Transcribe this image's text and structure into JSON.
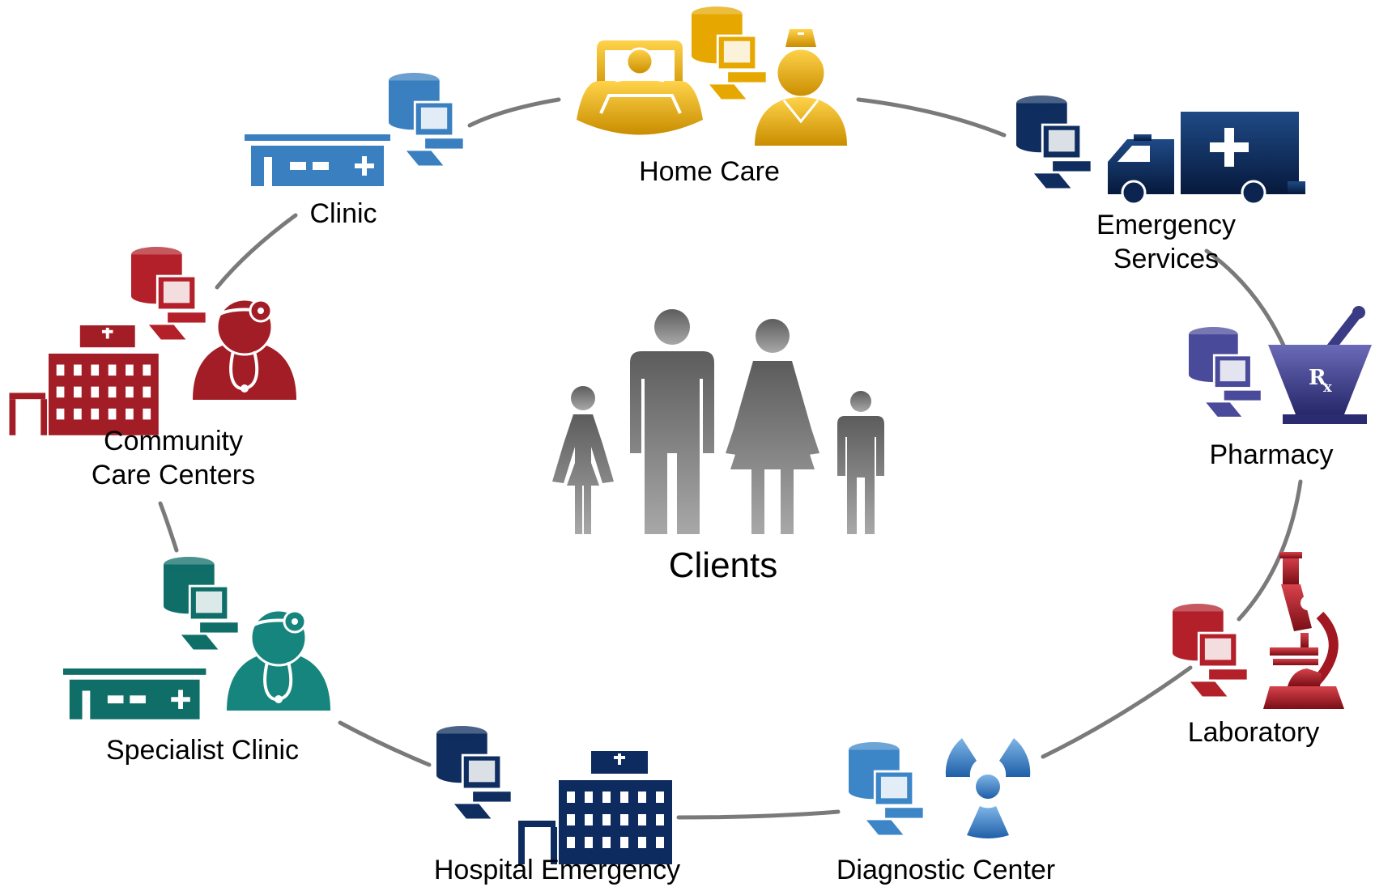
{
  "center": {
    "label": "Clients",
    "icon": "family-icon"
  },
  "nodes": [
    {
      "id": "home-care",
      "label": "Home Care",
      "color": "#f0b400",
      "icons": [
        "patient-bed-icon",
        "database-icon",
        "computer-icon",
        "nurse-icon"
      ]
    },
    {
      "id": "emergency-services",
      "label": "Emergency Services",
      "color": "#0d2b5e",
      "icons": [
        "database-icon",
        "computer-icon",
        "ambulance-icon"
      ]
    },
    {
      "id": "pharmacy",
      "label": "Pharmacy",
      "color": "#3f3f8f",
      "icons": [
        "database-icon",
        "computer-icon",
        "mortar-pestle-rx-icon"
      ]
    },
    {
      "id": "laboratory",
      "label": "Laboratory",
      "color": "#b3202a",
      "icons": [
        "database-icon",
        "computer-icon",
        "microscope-icon"
      ]
    },
    {
      "id": "diagnostic-center",
      "label": "Diagnostic Center",
      "color": "#2f79c0",
      "icons": [
        "database-icon",
        "computer-icon",
        "radiation-icon"
      ]
    },
    {
      "id": "hospital-emergency",
      "label": "Hospital Emergency",
      "color": "#0d2b5e",
      "icons": [
        "database-icon",
        "computer-icon",
        "hospital-building-icon"
      ]
    },
    {
      "id": "specialist-clinic",
      "label": "Specialist Clinic",
      "color": "#0f7a73",
      "icons": [
        "database-icon",
        "computer-icon",
        "clinic-building-icon",
        "doctor-icon"
      ]
    },
    {
      "id": "community-care-centers",
      "label": "Community\nCare Centers",
      "color": "#b3202a",
      "icons": [
        "database-icon",
        "computer-icon",
        "hospital-building-icon",
        "doctor-icon"
      ]
    },
    {
      "id": "clinic",
      "label": "Clinic",
      "color": "#3a7fc0",
      "icons": [
        "database-icon",
        "computer-icon",
        "clinic-building-icon"
      ]
    }
  ]
}
